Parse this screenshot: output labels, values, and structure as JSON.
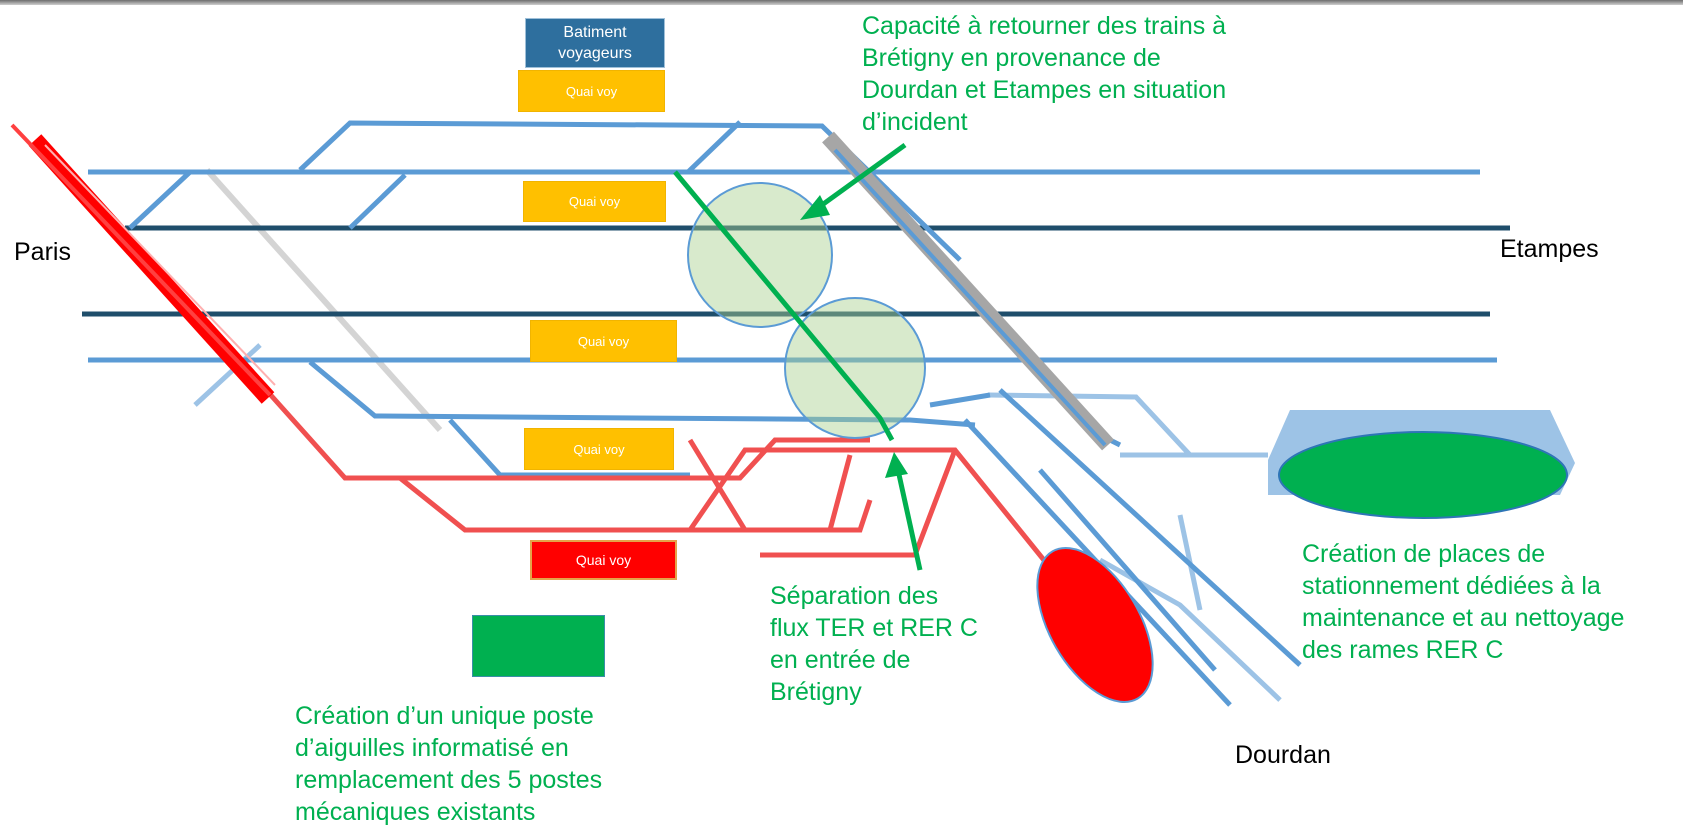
{
  "stations": {
    "paris": "Paris",
    "etampes": "Etampes",
    "dourdan": "Dourdan"
  },
  "building": "Batiment voyageurs",
  "platforms": [
    "Quai voy",
    "Quai voy",
    "Quai voy",
    "Quai voy",
    "Quai voy"
  ],
  "annotations": {
    "turnback": "Capacité à retourner des trains à\nBrétigny en provenance de\nDourdan et Etampes en situation\nd’incident",
    "separation": "Séparation des\nflux TER et RER C\nen entrée de\nBrétigny",
    "maintenance": "Création de places de\nstationnement dédiées à la\nmaintenance et au nettoyage\ndes rames RER C",
    "interlocking": "Création d’un unique poste\nd’aiguilles informatisé en\nremplacement des 5 postes\nmécaniques  existants"
  },
  "colors": {
    "track_blue": "#5b9bd5",
    "track_dark": "#1f4e6b",
    "track_light": "#9dc3e6",
    "track_red": "#f05050",
    "annotation_green": "#00b050",
    "platform_yellow": "#ffc000",
    "building_blue": "#2e6f9e",
    "red_highlight": "#ff0000"
  }
}
